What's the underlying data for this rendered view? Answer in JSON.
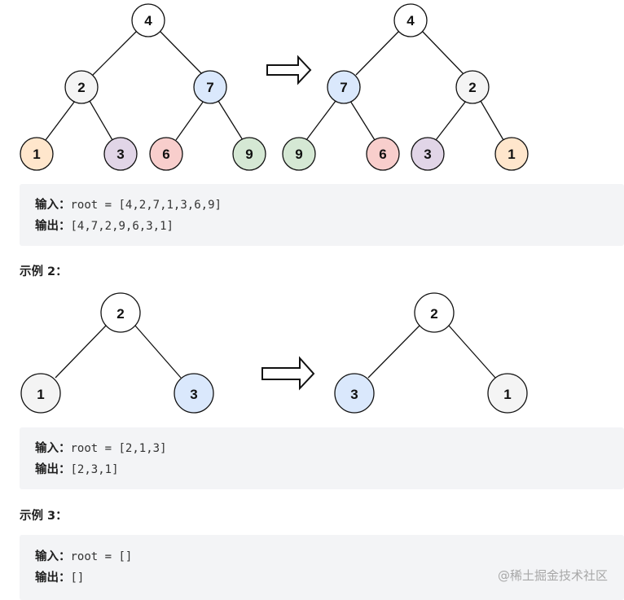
{
  "colors": {
    "white": "#f4f4f4",
    "blue": "#dae8fc",
    "orange": "#ffe6cc",
    "purple": "#e1d5e7",
    "red": "#f8cecc",
    "green": "#d5e8d4",
    "plain": "#ffffff"
  },
  "examples": [
    {
      "heading": "",
      "input_label": "输入：",
      "input_value": "root = [4,2,7,1,3,6,9]",
      "output_label": "输出：",
      "output_value": "[4,7,2,9,6,3,1]",
      "before_tree": {
        "nodes": [
          {
            "id": "a",
            "label": "4",
            "color": "plain"
          },
          {
            "id": "b",
            "label": "2",
            "color": "white"
          },
          {
            "id": "c",
            "label": "7",
            "color": "blue"
          },
          {
            "id": "d",
            "label": "1",
            "color": "orange"
          },
          {
            "id": "e",
            "label": "3",
            "color": "purple"
          },
          {
            "id": "f",
            "label": "6",
            "color": "red"
          },
          {
            "id": "g",
            "label": "9",
            "color": "green"
          }
        ]
      },
      "after_tree": {
        "nodes": [
          {
            "id": "a",
            "label": "4",
            "color": "plain"
          },
          {
            "id": "b",
            "label": "7",
            "color": "blue"
          },
          {
            "id": "c",
            "label": "2",
            "color": "white"
          },
          {
            "id": "d",
            "label": "9",
            "color": "green"
          },
          {
            "id": "e",
            "label": "6",
            "color": "red"
          },
          {
            "id": "f",
            "label": "3",
            "color": "purple"
          },
          {
            "id": "g",
            "label": "1",
            "color": "orange"
          }
        ]
      }
    },
    {
      "heading": "示例 2：",
      "input_label": "输入：",
      "input_value": "root = [2,1,3]",
      "output_label": "输出：",
      "output_value": "[2,3,1]",
      "before_tree": {
        "nodes": [
          {
            "id": "a",
            "label": "2",
            "color": "plain"
          },
          {
            "id": "b",
            "label": "1",
            "color": "white"
          },
          {
            "id": "c",
            "label": "3",
            "color": "blue"
          }
        ]
      },
      "after_tree": {
        "nodes": [
          {
            "id": "a",
            "label": "2",
            "color": "plain"
          },
          {
            "id": "b",
            "label": "3",
            "color": "blue"
          },
          {
            "id": "c",
            "label": "1",
            "color": "white"
          }
        ]
      }
    },
    {
      "heading": "示例 3：",
      "input_label": "输入：",
      "input_value": "root = []",
      "output_label": "输出：",
      "output_value": "[]"
    }
  ],
  "watermark": "@稀土掘金技术社区"
}
